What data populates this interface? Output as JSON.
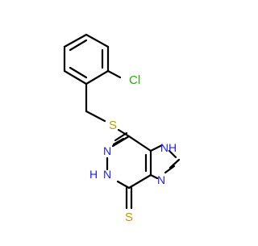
{
  "molecule": {
    "atom_labels": {
      "chlorine": "Cl",
      "sulfur": "S",
      "imidazole_nh": "NH",
      "imidazole_n": "N",
      "pyridazine_n": "N",
      "pyridazine_nh": "N",
      "pyridazine_nh_hydrogen": "H",
      "thione_s": "S"
    },
    "colors": {
      "bond": "#000000",
      "chlorine": "#1fb200",
      "sulfur": "#b2a200",
      "nitrogen": "#2020ff",
      "background": "#ffffff"
    }
  }
}
